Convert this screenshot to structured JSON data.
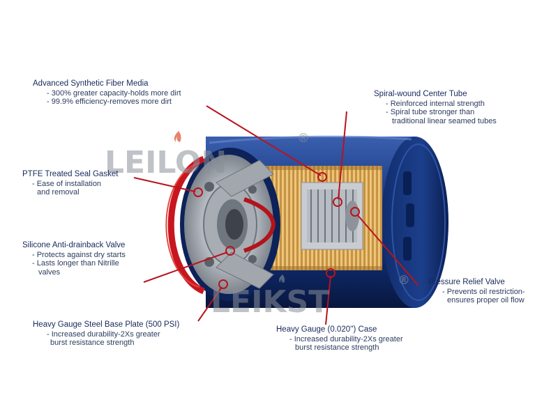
{
  "callouts": {
    "fiber_media": {
      "title": "Advanced Synthetic Fiber Media",
      "lines": [
        "- 300% greater capacity-holds more dirt",
        "- 99.9% efficiency-removes more dirt"
      ]
    },
    "center_tube": {
      "title": "Spiral-wound Center Tube",
      "line1": "- Reinforced internal strength",
      "line2": "- Spiral tube stronger than",
      "line3": "traditional linear seamed tubes"
    },
    "seal_gasket": {
      "title": "PTFE Treated Seal Gasket",
      "line1": "- Ease of installation",
      "line2": "and removal"
    },
    "antidrainback": {
      "title": "Silicone Anti-drainback Valve",
      "line1": "- Protects against dry starts",
      "line2": "- Lasts longer than Nitrille",
      "line3": "valves"
    },
    "relief_valve": {
      "title": "Pressure Relief Valve",
      "line1": "- Prevents oil restriction-",
      "line2": "ensures proper oil flow"
    },
    "base_plate": {
      "title": "Heavy Gauge Steel Base Plate (500 PSI)",
      "line1": "- Increased durability-2Xs greater",
      "line2": "burst resistance strength"
    },
    "case": {
      "title": "Heavy Gauge (0.020'') Case",
      "line1": "- Increased durability-2Xs greater",
      "line2": "burst resistance strength"
    }
  },
  "watermark": {
    "top": "LEILON",
    "bottom": "LEIKST",
    "mark": "®"
  },
  "colors": {
    "text": "#1c2f57",
    "leader": "#b8141d",
    "case_blue": "#0f2a66",
    "media": "#e0b25a",
    "gasket": "#c8161f"
  }
}
